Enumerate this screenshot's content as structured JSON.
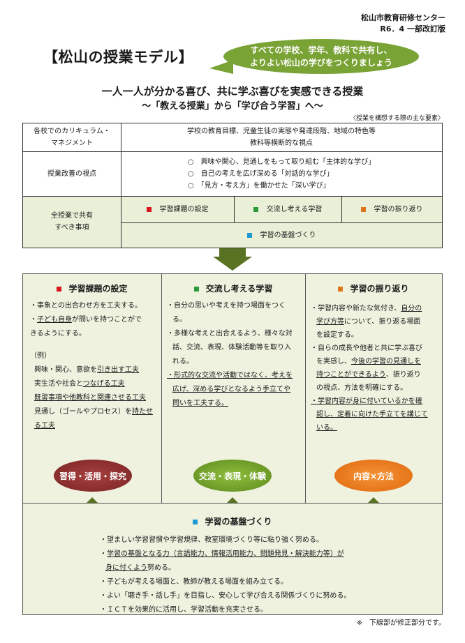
{
  "header": {
    "org": "松山市教育研修センター",
    "revision": "R6．4 一部改訂版",
    "title": "【松山の授業モデル】",
    "bubble_line1": "すべての学校、学年、教科で共有し、",
    "bubble_line2": "よりよい松山の学びをつくりましょう",
    "subtitle1": "一人一人が分かる喜び、共に学ぶ喜びを実感できる授業",
    "subtitle2": "～「教える授業」から「学び合う学習」へ～",
    "note": "〈授業を構想する際の主な要素〉"
  },
  "table": {
    "row1_label_a": "各校でのカリキュラム・",
    "row1_label_b": "マネジメント",
    "row1_text_a": "学校の教育目標、児童生徒の実態や発達段階、地域の特色等",
    "row1_text_b": "教科等横断的な視点",
    "row2_label": "授業改善の視点",
    "row2_items": [
      "○　興味や関心、見通しをもって取り組む「主体的な学び」",
      "○　自己の考えを広げ深める「対話的な学び」",
      "○　「見方・考え方」を働かせた「深い学び」"
    ],
    "row3_label_a": "全授業で共有",
    "row3_label_b": "すべき事項",
    "item1": "学習課題の設定",
    "item2": "交流し考える学習",
    "item3": "学習の振り返り",
    "item4": "学習の基盤づくり"
  },
  "columns": {
    "col1_title": "学習課題の設定",
    "col1_b1a": "・事象との出合わせ方を工夫する。",
    "col1_b2a": "・",
    "col1_b2u": "子ども自身",
    "col1_b2b": "が問いを持つことがで",
    "col1_b2c": "きるようにする。",
    "col1_ex": "（例）",
    "col1_e1a": "興味・関心、意欲を",
    "col1_e1u": "引き出す工夫",
    "col1_e2a": "実生活や社会と",
    "col1_e2u": "つなげる工夫",
    "col1_e3u": "既習事項や他教科と関連させる工夫",
    "col1_e4a": "見通し（ゴールやプロセス）を",
    "col1_e4u": "持たせ",
    "col1_e5u": "る工夫",
    "col1_oval": "習得・活用・探究",
    "col2_title": "交流し考える学習",
    "col2_b1a": "・自分の思いや考えを持つ場面をつく",
    "col2_b1b": "る。",
    "col2_b2a": "・多様な考えと出合えるよう、様々な対",
    "col2_b2b": "話、交流、表現、体験活動等を取り入",
    "col2_b2c": "れる。",
    "col2_b3u1": "・形式的な交流や活動ではなく、考えを",
    "col2_b3u2": "広げ、深める学びとなるよう手立てや",
    "col2_b3u3": "問いを工夫する。",
    "col2_oval": "交流・表現・体験",
    "col3_title": "学習の振り返り",
    "col3_b1a": "・学習内容や新たな気付き、",
    "col3_b1u": "自分の",
    "col3_b2u": "学び方等",
    "col3_b2b": "について、振り返る場面",
    "col3_b3": "を設定する。",
    "col3_b4a": "・自らの成長や他者と共に学ぶ喜び",
    "col3_b5a": "を実感し、",
    "col3_b5u": "今後の学習の見通しを",
    "col3_b6u": "持つことができるよう",
    "col3_b6b": "、振り返り",
    "col3_b7": "の視点、方法を明確にする。",
    "col3_b8u": "・学習内容が身に付いているかを確",
    "col3_b9u": "認し、定着に向けた手立てを講じて",
    "col3_b10u": "いる。",
    "col3_oval": "内容×方法"
  },
  "base": {
    "title": "学習の基盤づくり",
    "l1": "・望ましい学習習慣や学習規律、教室環境づくり等に粘り強く努める。",
    "l2a": "・",
    "l2u": "学習の基盤となる力（言語能力、情報活用能力、問題発見・解決能力等）が",
    "l3u": "身に付くよう",
    "l3b": "努める。",
    "l4": "・子どもが考える場面と、教師が教える場面を組み立てる。",
    "l5": "・よい「聴き手・話し手」を目指し、安心して学び合える関係づくりに努める。",
    "l6": "・ＩＣＴを効果的に活用し、学習活動を充実させる。"
  },
  "footer": "※　下線部が修正部分です。",
  "colors": {
    "red": "#d9141b",
    "green": "#2a9a3a",
    "orange": "#e2741a",
    "blue": "#1c9ad6",
    "oval1": "#8a2b2b",
    "oval2": "#72a02a",
    "oval3": "#e8720f",
    "arrow": "#5a7322"
  }
}
